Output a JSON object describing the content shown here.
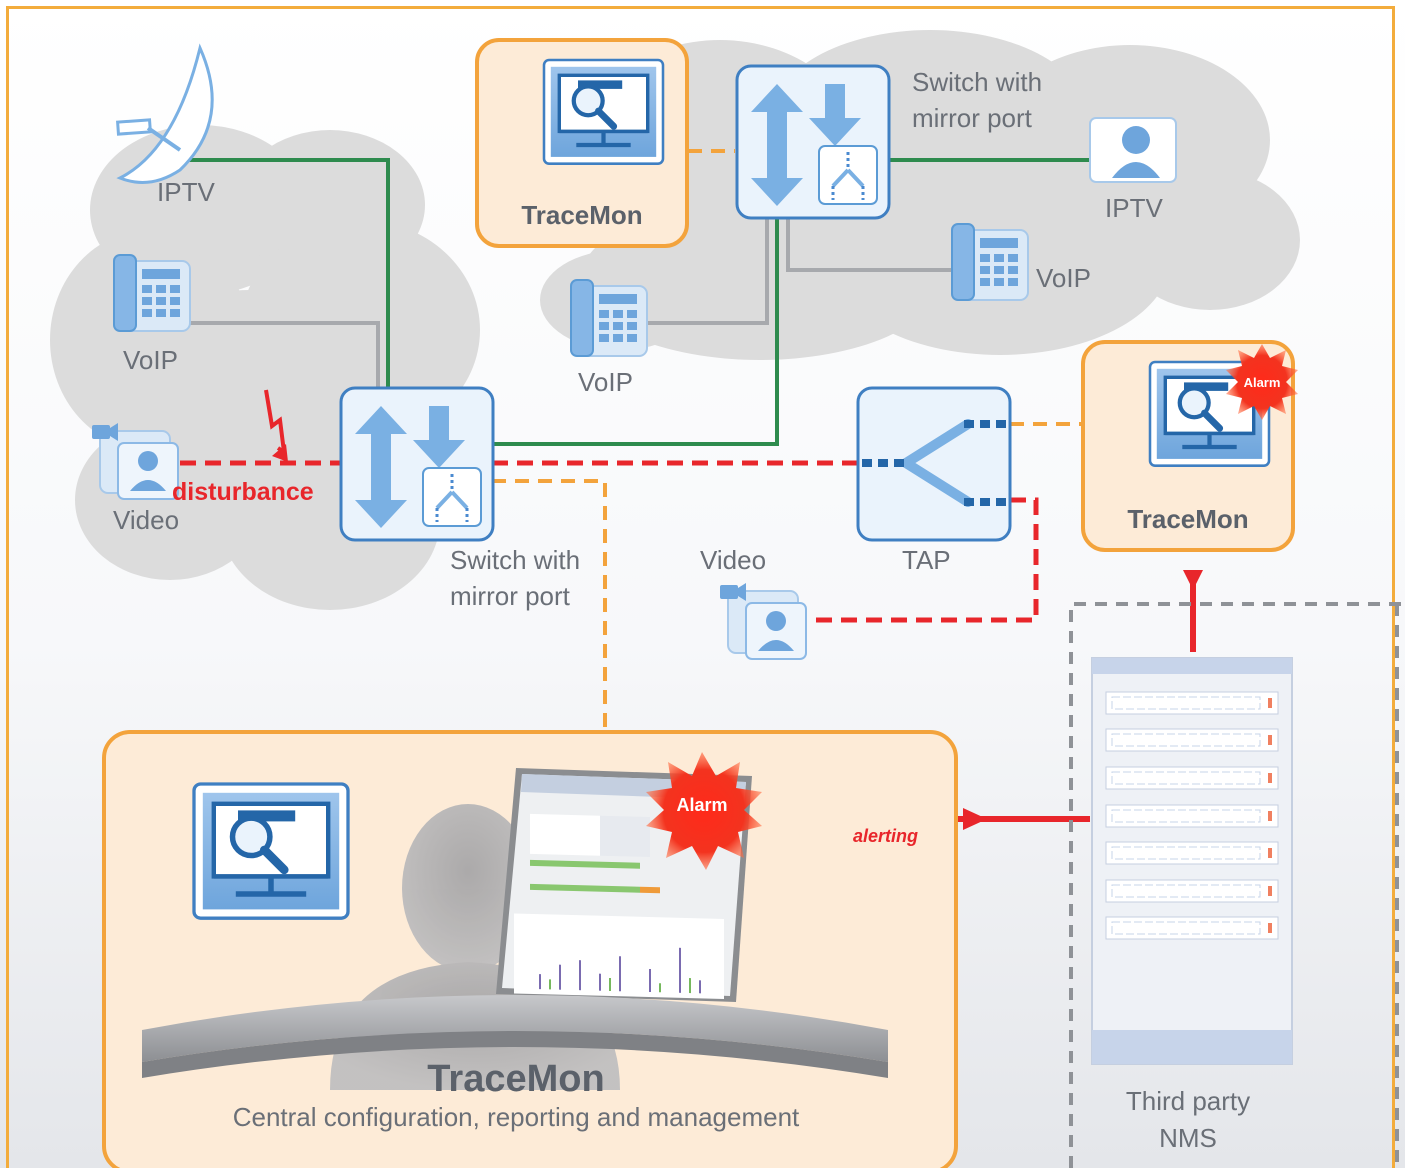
{
  "labels": {
    "iptv_left": "IPTV",
    "voip_left": "VoIP",
    "video_left": "Video",
    "disturbance": "disturbance",
    "switch_mid_1": "Switch with",
    "switch_mid_2": "mirror port",
    "tracemon_top": "TraceMon",
    "switch_top_1": "Switch with",
    "switch_top_2": "mirror port",
    "iptv_right": "IPTV",
    "voip_right": "VoIP",
    "voip_mid": "VoIP",
    "video_mid": "Video",
    "tap": "TAP",
    "tracemon_right": "TraceMon",
    "alarm_small": "Alarm",
    "alarm_big": "Alarm",
    "alerting": "alerting",
    "tracemon_central": "TraceMon",
    "central_desc": "Central configuration, reporting and management",
    "nms_1": "Third party",
    "nms_2": "NMS"
  },
  "colors": {
    "frame_orange": "#f3ac3c",
    "device_blue": "#5b9bd5",
    "device_fill": "#eaf3fc",
    "green_link": "#2e8b4e",
    "gray_link": "#a7a9ad",
    "red_link": "#e8262b",
    "orange_link": "#f3a33c",
    "cloud_fill": "#dcdcdc",
    "alarm_red": "#ef3a27"
  },
  "icons": [
    "satellite-dish-icon",
    "phone-icon",
    "video-user-icon",
    "user-icon",
    "switch-icon",
    "tap-icon",
    "monitor-search-icon",
    "server-rack-icon",
    "lightning-icon",
    "operator-icon"
  ]
}
